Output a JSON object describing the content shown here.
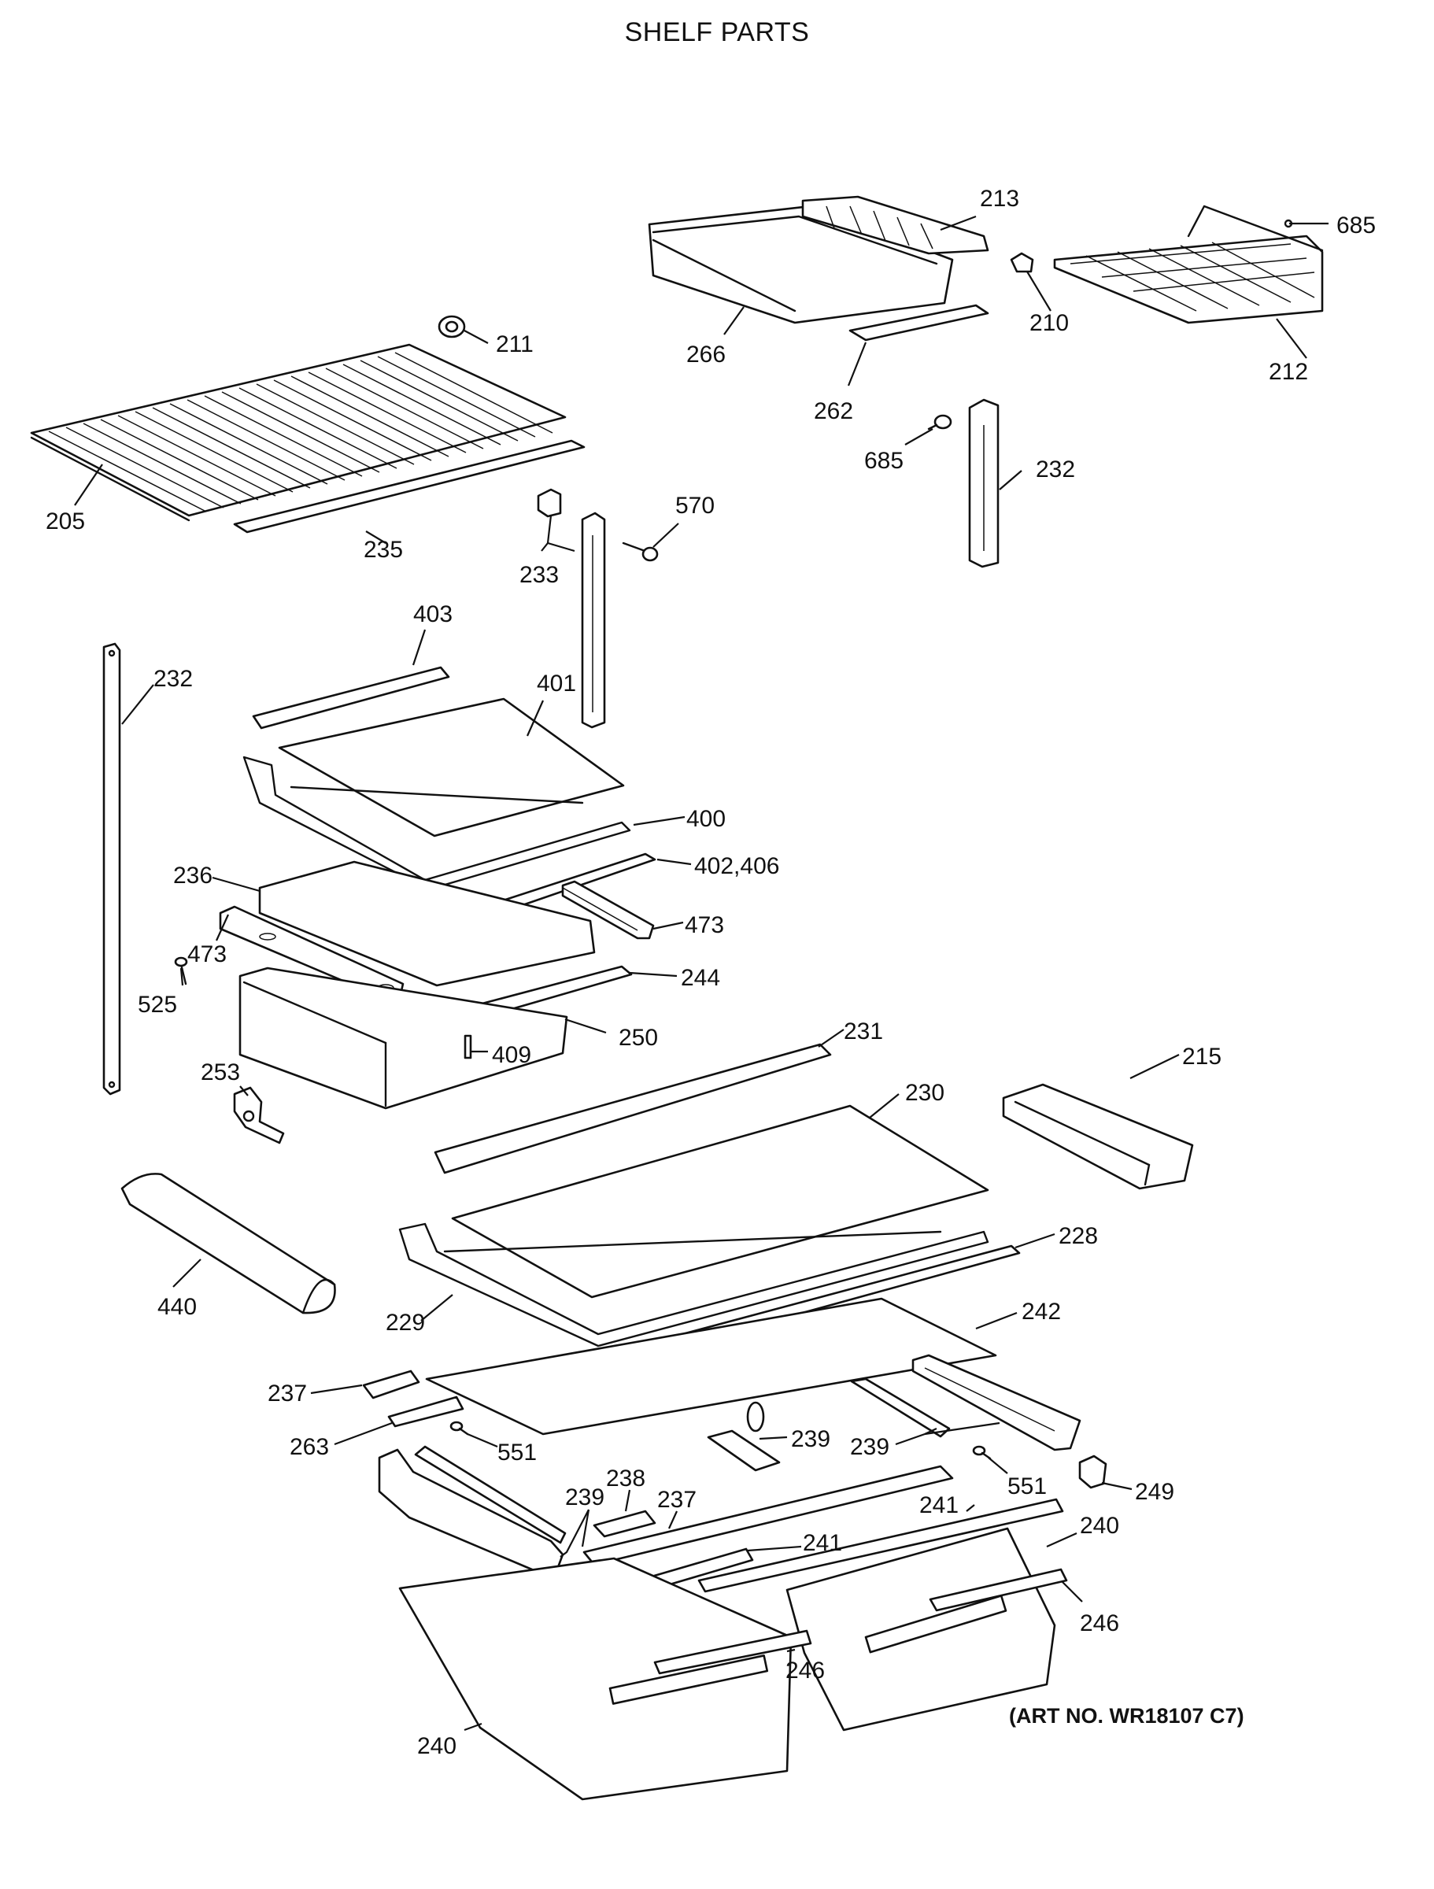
{
  "title": "SHELF PARTS",
  "art_number": "(ART NO. WR18107 C7)",
  "callouts": [
    {
      "id": "c213",
      "text": "213"
    },
    {
      "id": "c685a",
      "text": "685"
    },
    {
      "id": "c211",
      "text": "211"
    },
    {
      "id": "c210",
      "text": "210"
    },
    {
      "id": "c266",
      "text": "266"
    },
    {
      "id": "c212",
      "text": "212"
    },
    {
      "id": "c262",
      "text": "262"
    },
    {
      "id": "c685b",
      "text": "685"
    },
    {
      "id": "c232a",
      "text": "232"
    },
    {
      "id": "c570",
      "text": "570"
    },
    {
      "id": "c205",
      "text": "205"
    },
    {
      "id": "c235",
      "text": "235"
    },
    {
      "id": "c233",
      "text": "233"
    },
    {
      "id": "c403",
      "text": "403"
    },
    {
      "id": "c232b",
      "text": "232"
    },
    {
      "id": "c401",
      "text": "401"
    },
    {
      "id": "c400",
      "text": "400"
    },
    {
      "id": "c402",
      "text": "402,406"
    },
    {
      "id": "c236",
      "text": "236"
    },
    {
      "id": "c473a",
      "text": "473"
    },
    {
      "id": "c473b",
      "text": "473"
    },
    {
      "id": "c525",
      "text": "525"
    },
    {
      "id": "c244",
      "text": "244"
    },
    {
      "id": "c250",
      "text": "250"
    },
    {
      "id": "c409",
      "text": "409"
    },
    {
      "id": "c231",
      "text": "231"
    },
    {
      "id": "c253",
      "text": "253"
    },
    {
      "id": "c230",
      "text": "230"
    },
    {
      "id": "c215",
      "text": "215"
    },
    {
      "id": "c228",
      "text": "228"
    },
    {
      "id": "c440",
      "text": "440"
    },
    {
      "id": "c229",
      "text": "229"
    },
    {
      "id": "c242",
      "text": "242"
    },
    {
      "id": "c237a",
      "text": "237"
    },
    {
      "id": "c263",
      "text": "263"
    },
    {
      "id": "c239a",
      "text": "239"
    },
    {
      "id": "c239b",
      "text": "239"
    },
    {
      "id": "c551a",
      "text": "551"
    },
    {
      "id": "c551b",
      "text": "551"
    },
    {
      "id": "c249",
      "text": "249"
    },
    {
      "id": "c238",
      "text": "238"
    },
    {
      "id": "c237b",
      "text": "237"
    },
    {
      "id": "c239c",
      "text": "239"
    },
    {
      "id": "c241a",
      "text": "241"
    },
    {
      "id": "c241b",
      "text": "241"
    },
    {
      "id": "c240a",
      "text": "240"
    },
    {
      "id": "c246a",
      "text": "246"
    },
    {
      "id": "c246b",
      "text": "246"
    },
    {
      "id": "c240b",
      "text": "240"
    }
  ]
}
